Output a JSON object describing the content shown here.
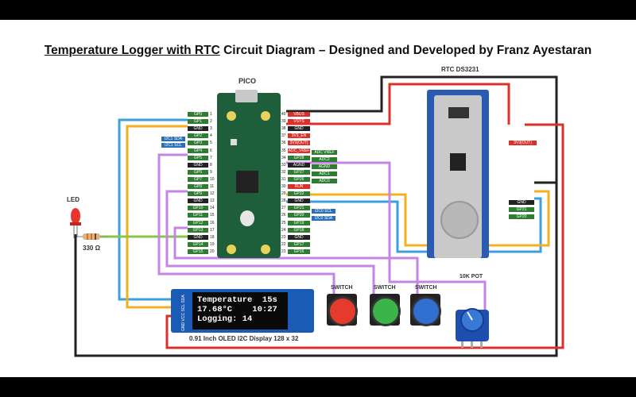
{
  "title": {
    "underlined": "Temperature Logger with RTC",
    "rest": " Circuit Diagram – Designed and Developed by Franz Ayestaran"
  },
  "labels": {
    "pico": "PICO",
    "rtc": "RTC DS3231",
    "led": "LED",
    "resistor": "330 Ω",
    "switch1": "SWITCH",
    "switch2": "SWITCH",
    "switch3": "SWITCH",
    "pot": "10K POT",
    "oled_caption": "0.91 Inch OLED I2C Display 128 x 32"
  },
  "pico_left_pins": [
    "GP0",
    "GP1",
    "GND",
    "GP2",
    "GP3",
    "GP4",
    "GP5",
    "GND",
    "GP6",
    "GP7",
    "GP8",
    "GP9",
    "GND",
    "GP10",
    "GP11",
    "GP12",
    "GP13",
    "GND",
    "GP14",
    "GP15"
  ],
  "pico_right_pins": [
    "VBUS",
    "VSYS",
    "GND",
    "3V3_EN",
    "3V3(OUT)",
    "ADC_VREF",
    "GP28",
    "AGND",
    "GP27",
    "GP26",
    "RUN",
    "GP22",
    "GND",
    "GP21",
    "GP20",
    "GP19",
    "GP18",
    "GND",
    "GP17",
    "GP16"
  ],
  "pico_extra_left": {
    "sda": "I2C1 SDA",
    "scl": "I2C1 SCL"
  },
  "pico_extra_right": {
    "adc_vref": "ADC VREF",
    "adc2": "ADC2",
    "agnd": "AGND",
    "adc1": "ADC1",
    "adc0": "ADC0",
    "scl": "I2C0 SCL",
    "sda": "I2C0 SDA"
  },
  "rtc_pins": {
    "v3": "3V3(OUT)",
    "gnd": "GND",
    "gp21": "GP21",
    "gp20": "GP20"
  },
  "oled": {
    "pins": "GND VCC SCL SDA",
    "line1": "Temperature  15s",
    "line2": "17.68°C    10:27",
    "line3": "Logging: 14"
  },
  "colors": {
    "wire_red": "#d9312b",
    "wire_black": "#222222",
    "wire_blue": "#3ba0dc",
    "wire_yellow": "#f2b01e",
    "wire_green": "#8bc34a",
    "wire_purple": "#c585e6",
    "switch_red": "#e43b2c",
    "switch_green": "#3bb54a",
    "switch_blue": "#2f6fd0"
  }
}
